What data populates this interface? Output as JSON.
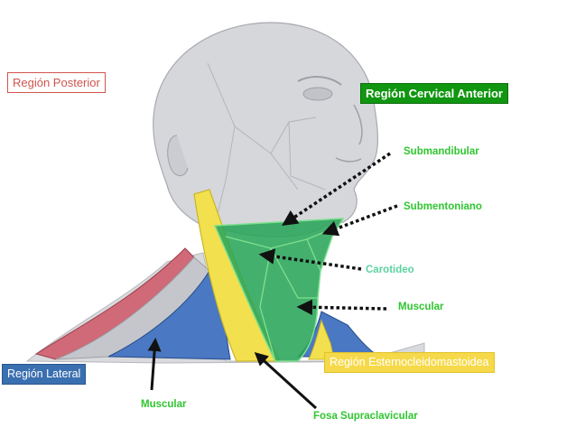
{
  "title": "",
  "colors": {
    "green_label": "#2fc62f",
    "carotideo_label": "#5cd2a0",
    "posterior_border": "#d1544f",
    "anterior_box": "#119611",
    "lateral_box": "#3a6fb0",
    "esterno_box": "#f6d94a",
    "muscle_green": "#2aa55a",
    "muscle_yellow": "#f3e04e",
    "muscle_blue": "#4a78c2",
    "muscle_red": "#d06a78",
    "skin_gray": "#d6d7db"
  },
  "labels": {
    "region_posterior": "Región Posterior",
    "region_cervical_anterior": "Región Cervical Anterior",
    "region_lateral": "Región  Lateral",
    "region_esternocleidomastoidea": "Región Esternocleidomastoidea",
    "submandibular": "Submandibular",
    "submentoniano": "Submentoniano",
    "carotideo": "Carotideo",
    "muscular_anterior": "Muscular",
    "muscular_lateral": "Muscular",
    "fosa_supraclavicular": "Fosa Supraclavicular"
  },
  "icons": [
    "head-neck-illustration",
    "dotted-arrow",
    "solid-arrow"
  ]
}
